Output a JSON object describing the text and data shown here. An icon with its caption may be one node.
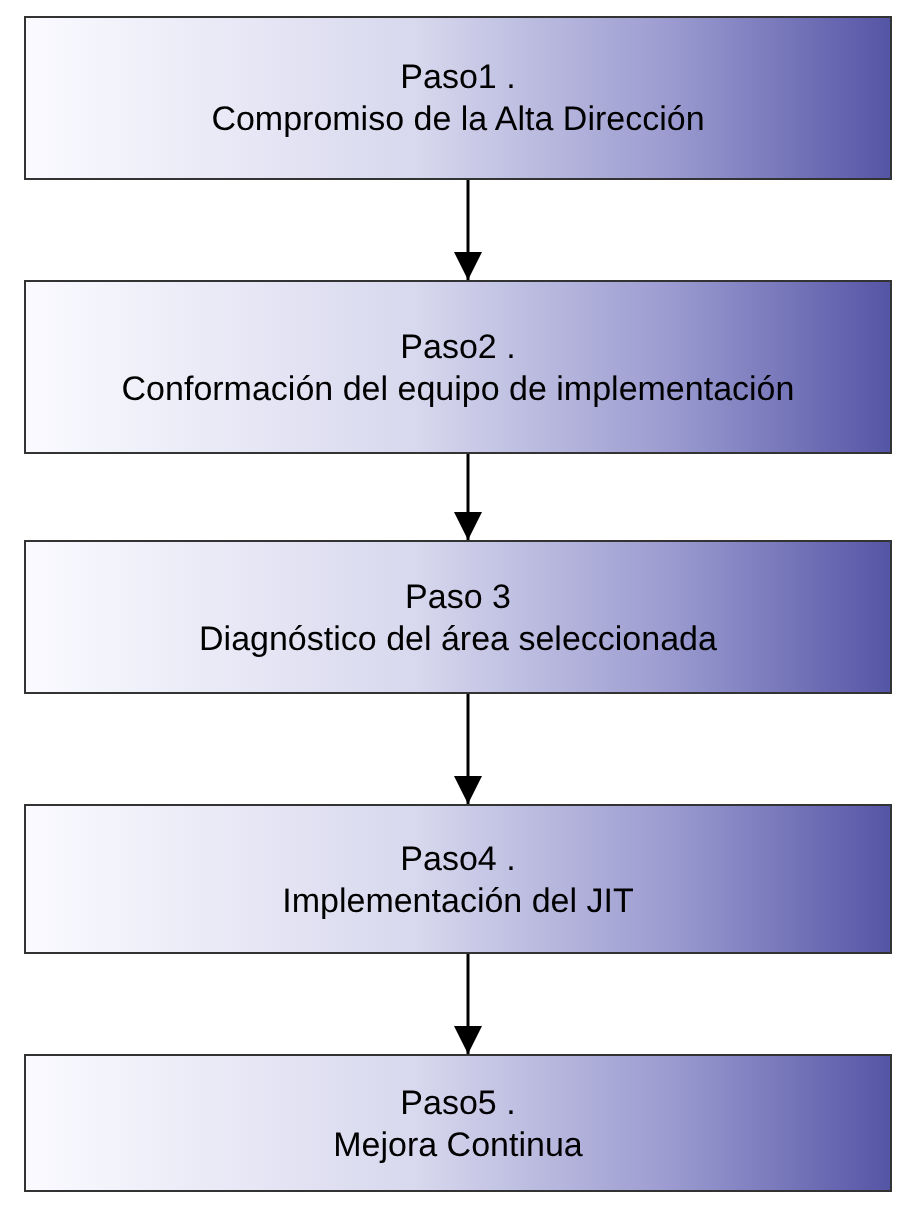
{
  "diagram": {
    "nodes": [
      {
        "text": [
          "Paso1 .",
          "Compromiso de la Alta Dirección"
        ]
      },
      {
        "text": [
          "Paso2 .",
          "Conformación del equipo de implementación"
        ]
      },
      {
        "text": [
          "Paso 3",
          "Diagnóstico del área seleccionada"
        ]
      },
      {
        "text": [
          "Paso4 .",
          "Implementación del JIT"
        ]
      },
      {
        "text": [
          "Paso5 .",
          "Mejora Continua"
        ]
      }
    ],
    "edges": [
      {
        "from": 0,
        "to": 1,
        "arrow": "to"
      },
      {
        "from": 1,
        "to": 2,
        "arrow": "to"
      },
      {
        "from": 2,
        "to": 3,
        "arrow": "to"
      },
      {
        "from": 3,
        "to": 4,
        "arrow": "to"
      }
    ]
  }
}
